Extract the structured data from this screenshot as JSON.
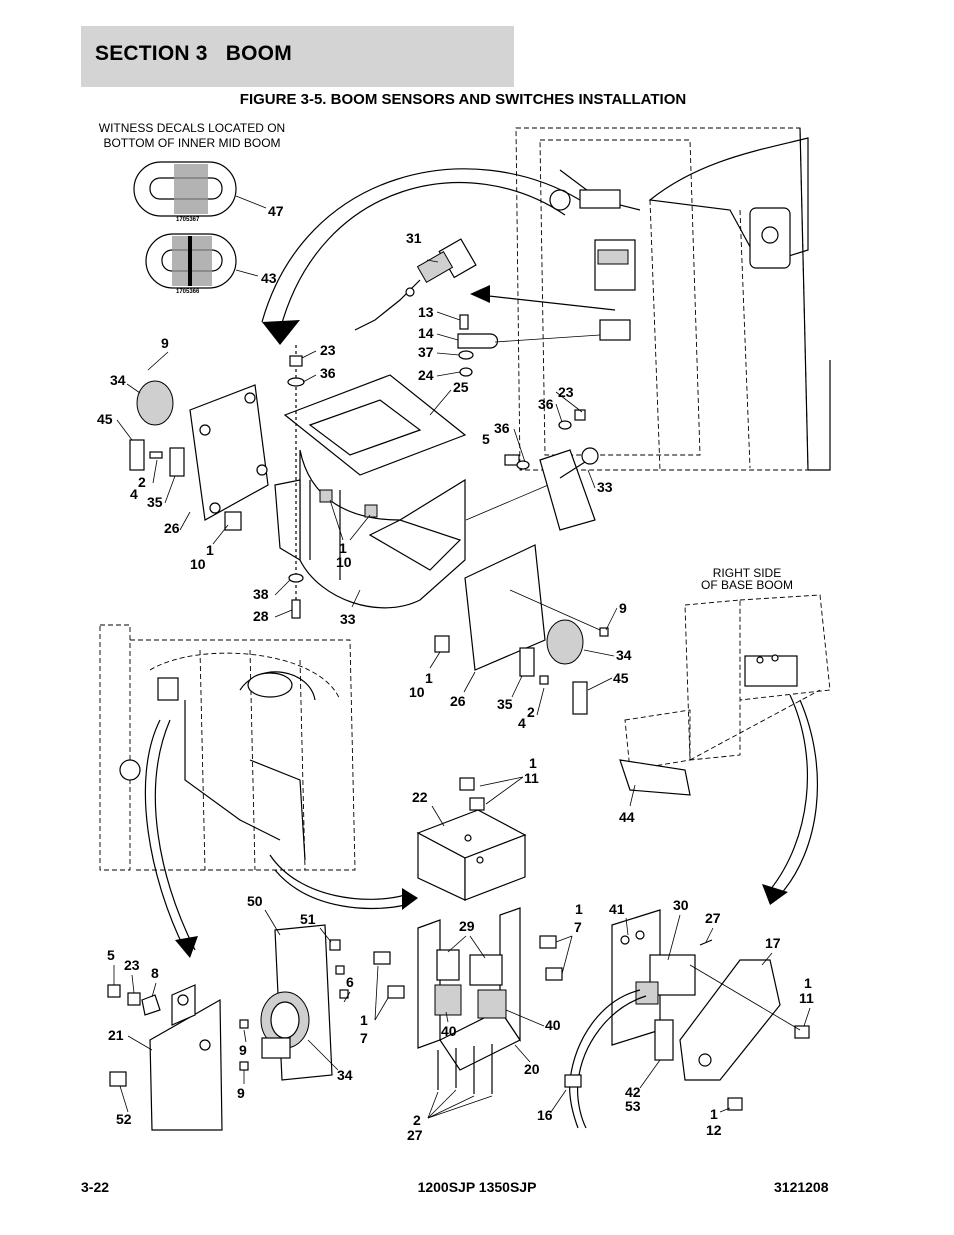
{
  "header": {
    "section_label": "SECTION 3",
    "section_name": "BOOM",
    "figure_title": "FIGURE 3-5. BOOM SENSORS AND SWITCHES INSTALLATION"
  },
  "notes": {
    "witness_line1": "WITNESS DECALS LOCATED ON",
    "witness_line2": "BOTTOM OF INNER MID BOOM",
    "decal_a": "1705367",
    "decal_b": "1705366",
    "right_side_line1": "RIGHT SIDE",
    "right_side_line2": "OF BASE BOOM"
  },
  "callouts": [
    {
      "id": "c47",
      "text": "47"
    },
    {
      "id": "c43",
      "text": "43"
    },
    {
      "id": "c31",
      "text": "31"
    },
    {
      "id": "c13",
      "text": "13"
    },
    {
      "id": "c14",
      "text": "14"
    },
    {
      "id": "c37",
      "text": "37"
    },
    {
      "id": "c24",
      "text": "24"
    },
    {
      "id": "c9a",
      "text": "9"
    },
    {
      "id": "c34a",
      "text": "34"
    },
    {
      "id": "c45a",
      "text": "45"
    },
    {
      "id": "c2a",
      "text": "2"
    },
    {
      "id": "c4a",
      "text": "4"
    },
    {
      "id": "c35a",
      "text": "35"
    },
    {
      "id": "c26a",
      "text": "26"
    },
    {
      "id": "c1a",
      "text": "1"
    },
    {
      "id": "c10a",
      "text": "10"
    },
    {
      "id": "c23a",
      "text": "23"
    },
    {
      "id": "c36a",
      "text": "36"
    },
    {
      "id": "c25",
      "text": "25"
    },
    {
      "id": "c23b",
      "text": "23"
    },
    {
      "id": "c36b",
      "text": "36"
    },
    {
      "id": "c36c",
      "text": "36"
    },
    {
      "id": "c5a",
      "text": "5"
    },
    {
      "id": "c33a",
      "text": "33"
    },
    {
      "id": "c1b",
      "text": "1"
    },
    {
      "id": "c10b",
      "text": "10"
    },
    {
      "id": "c38",
      "text": "38"
    },
    {
      "id": "c28",
      "text": "28"
    },
    {
      "id": "c33b",
      "text": "33"
    },
    {
      "id": "c9b",
      "text": "9"
    },
    {
      "id": "c34b",
      "text": "34"
    },
    {
      "id": "c45b",
      "text": "45"
    },
    {
      "id": "c1c",
      "text": "1"
    },
    {
      "id": "c10c",
      "text": "10"
    },
    {
      "id": "c26b",
      "text": "26"
    },
    {
      "id": "c35b",
      "text": "35"
    },
    {
      "id": "c2b",
      "text": "2"
    },
    {
      "id": "c4b",
      "text": "4"
    },
    {
      "id": "c1d",
      "text": "1"
    },
    {
      "id": "c11a",
      "text": "11"
    },
    {
      "id": "c22",
      "text": "22"
    },
    {
      "id": "c44",
      "text": "44"
    },
    {
      "id": "c50",
      "text": "50"
    },
    {
      "id": "c51",
      "text": "51"
    },
    {
      "id": "c29",
      "text": "29"
    },
    {
      "id": "c1e",
      "text": "1"
    },
    {
      "id": "c7a",
      "text": "7"
    },
    {
      "id": "c41",
      "text": "41"
    },
    {
      "id": "c30",
      "text": "30"
    },
    {
      "id": "c27a",
      "text": "27"
    },
    {
      "id": "c17",
      "text": "17"
    },
    {
      "id": "c5b",
      "text": "5"
    },
    {
      "id": "c23c",
      "text": "23"
    },
    {
      "id": "c8",
      "text": "8"
    },
    {
      "id": "c6",
      "text": "6"
    },
    {
      "id": "c1f",
      "text": "1"
    },
    {
      "id": "c11b",
      "text": "11"
    },
    {
      "id": "c21",
      "text": "21"
    },
    {
      "id": "c9c",
      "text": "9"
    },
    {
      "id": "c9d",
      "text": "9"
    },
    {
      "id": "c1g",
      "text": "1"
    },
    {
      "id": "c7b",
      "text": "7"
    },
    {
      "id": "c40a",
      "text": "40"
    },
    {
      "id": "c40b",
      "text": "40"
    },
    {
      "id": "c34c",
      "text": "34"
    },
    {
      "id": "c20",
      "text": "20"
    },
    {
      "id": "c52",
      "text": "52"
    },
    {
      "id": "c2c",
      "text": "2"
    },
    {
      "id": "c27b",
      "text": "27"
    },
    {
      "id": "c16",
      "text": "16"
    },
    {
      "id": "c42",
      "text": "42"
    },
    {
      "id": "c53",
      "text": "53"
    },
    {
      "id": "c1h",
      "text": "1"
    },
    {
      "id": "c12",
      "text": "12"
    }
  ],
  "footer": {
    "page": "3-22",
    "model": "1200SJP 1350SJP",
    "doc_number": "3121208"
  }
}
